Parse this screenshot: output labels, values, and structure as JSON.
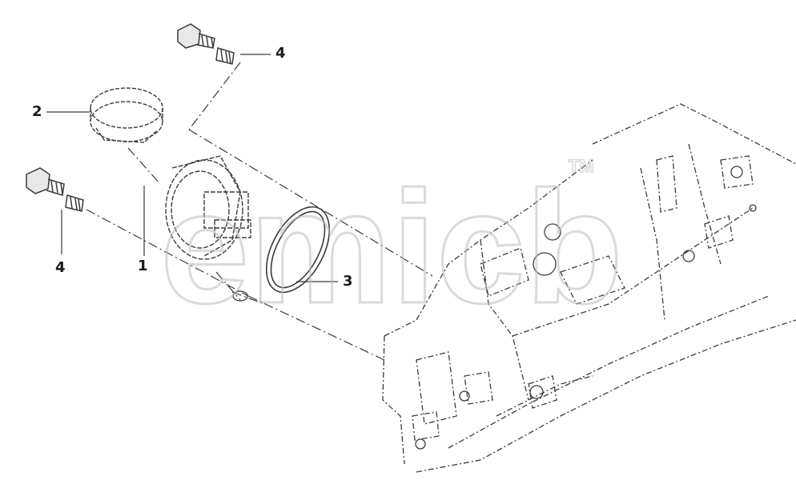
{
  "diagram": {
    "callouts": [
      {
        "id": "callout-2",
        "label": "2"
      },
      {
        "id": "callout-4-top",
        "label": "4"
      },
      {
        "id": "callout-4-left",
        "label": "4"
      },
      {
        "id": "callout-1",
        "label": "1"
      },
      {
        "id": "callout-3",
        "label": "3"
      }
    ],
    "watermark": {
      "text": "emicb",
      "trademark": "TM"
    }
  },
  "colors": {
    "line": "#3a3a3a",
    "watermark": "#d8d8d8"
  }
}
